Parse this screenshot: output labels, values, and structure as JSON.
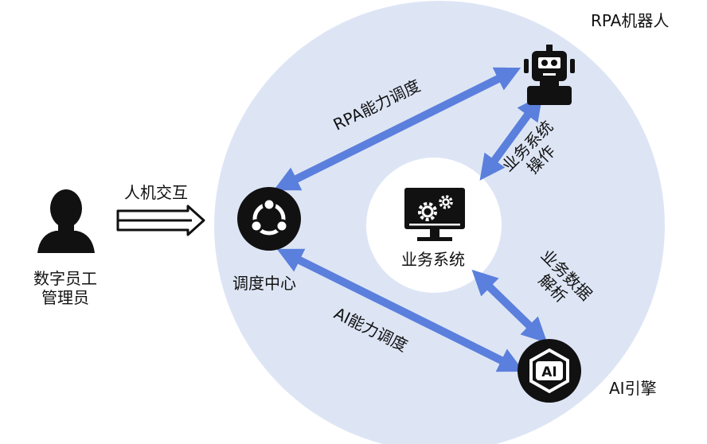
{
  "labels": {
    "robot": "RPA机器人",
    "ai_engine": "AI引擎",
    "admin_line1": "数字员工",
    "admin_line2": "管理员",
    "human_machine": "人机交互",
    "dispatch": "调度中心",
    "business_system": "业务系统",
    "rpa_capability": "RPA能力调度",
    "ai_capability": "AI能力调度",
    "biz_ops_line1": "业务系统",
    "biz_ops_line2": "操作",
    "biz_data_line1": "业务数据",
    "biz_data_line2": "解析",
    "ai_badge": "AI"
  },
  "colors": {
    "big_circle": "#dde5f5",
    "inner_circle": "#ffffff",
    "arrow": "#5b7fdc",
    "icon": "#111111"
  },
  "icons": [
    "person-icon",
    "dispatch-icon",
    "monitor-gears-icon",
    "robot-icon",
    "ai-chip-icon"
  ]
}
